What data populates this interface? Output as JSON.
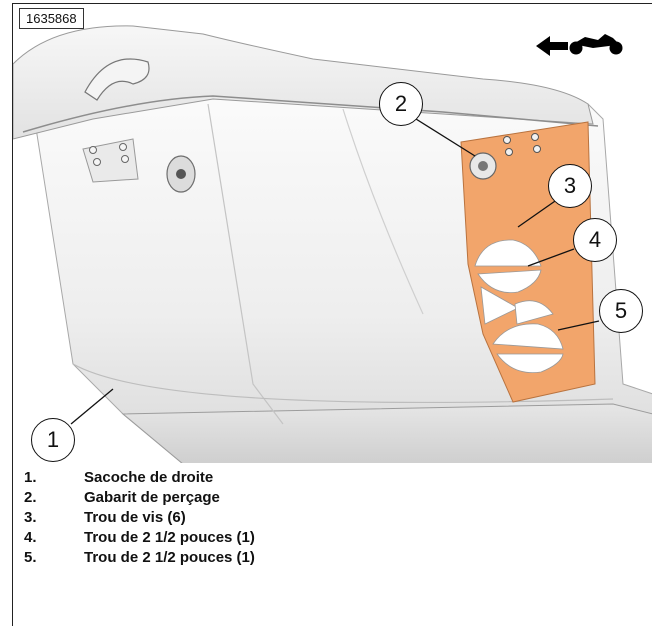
{
  "figure": {
    "id": "1635868",
    "direction_icon": "motorcycle-forward-arrow-icon",
    "template_color": "#f2a56b",
    "callouts": [
      "1",
      "2",
      "3",
      "4",
      "5"
    ]
  },
  "legend": [
    {
      "num": "1.",
      "label": "Sacoche de droite"
    },
    {
      "num": "2.",
      "label": "Gabarit de perçage"
    },
    {
      "num": "3.",
      "label": "Trou de vis (6)"
    },
    {
      "num": "4.",
      "label": "Trou de 2 1/2 pouces (1)"
    },
    {
      "num": "5.",
      "label": "Trou de 2 1/2 pouces (1)"
    }
  ]
}
